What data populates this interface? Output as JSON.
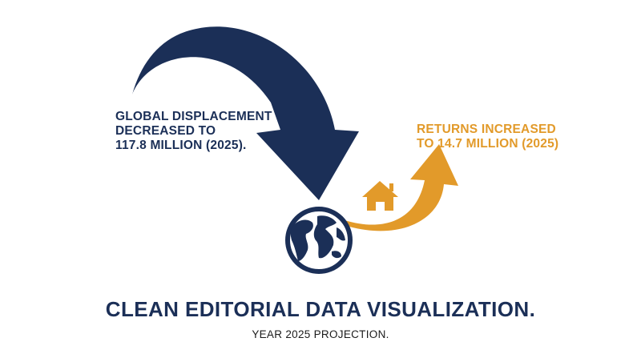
{
  "displacement": {
    "lines": [
      "GLOBAL DISPLACEMENT",
      "DECREASED TO",
      "117.8 MILLION (2025)."
    ]
  },
  "returns": {
    "lines": [
      "RETURNS INCREASED",
      "TO 14.7 MILLION (2025)"
    ]
  },
  "footer": {
    "headline": "CLEAN EDITORIAL DATA VISUALIZATION.",
    "subline": "YEAR 2025 PROJECTION."
  },
  "icons": {
    "down_arrow": "curved-down-arrow-icon",
    "up_arrow": "curved-up-arrow-icon",
    "globe": "globe-icon",
    "home": "house-icon"
  },
  "colors": {
    "navy": "#1b2f57",
    "orange": "#e29a2a",
    "background": "#ffffff"
  }
}
